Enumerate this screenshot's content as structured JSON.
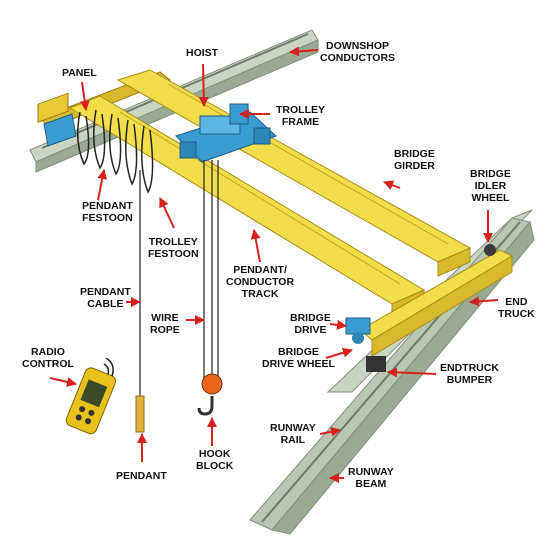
{
  "colors": {
    "crane_yellow": "#f2dd4a",
    "crane_yellow_shade": "#d9b92c",
    "rail_green": "#c9d5c2",
    "rail_green_shade": "#9aab94",
    "hoist_blue": "#3a9bd1",
    "hook_orange": "#e8661c",
    "arrow_red": "#d6221e",
    "remote_body": "#e6c21a",
    "remote_screen": "#3a4a2a"
  },
  "labels": {
    "hoist": [
      "HOIST"
    ],
    "downshop_conductors": [
      "DOWNSHOP",
      "CONDUCTORS"
    ],
    "panel": [
      "PANEL"
    ],
    "trolley_frame": [
      "TROLLEY",
      "FRAME"
    ],
    "bridge_girder": [
      "BRIDGE",
      "GIRDER"
    ],
    "bridge_idler_wheel": [
      "BRIDGE",
      "IDLER",
      "WHEEL"
    ],
    "pendant_festoon": [
      "PENDANT",
      "FESTOON"
    ],
    "trolley_festoon": [
      "TROLLEY",
      "FESTOON"
    ],
    "pendant_cable": [
      "PENDANT",
      "CABLE"
    ],
    "pendant_conductor_track": [
      "PENDANT/",
      "CONDUCTOR",
      "TRACK"
    ],
    "end_truck": [
      "END",
      "TRUCK"
    ],
    "wire_rope": [
      "WIRE",
      "ROPE"
    ],
    "bridge_drive": [
      "BRIDGE",
      "DRIVE"
    ],
    "radio_control": [
      "RADIO",
      "CONTROL"
    ],
    "bridge_drive_wheel": [
      "BRIDGE",
      "DRIVE WHEEL"
    ],
    "endtruck_bumper": [
      "ENDTRUCK",
      "BUMPER"
    ],
    "runway_rail": [
      "RUNWAY",
      "RAIL"
    ],
    "hook_block": [
      "HOOK",
      "BLOCK"
    ],
    "pendant": [
      "PENDANT"
    ],
    "runway_beam": [
      "RUNWAY",
      "BEAM"
    ]
  }
}
